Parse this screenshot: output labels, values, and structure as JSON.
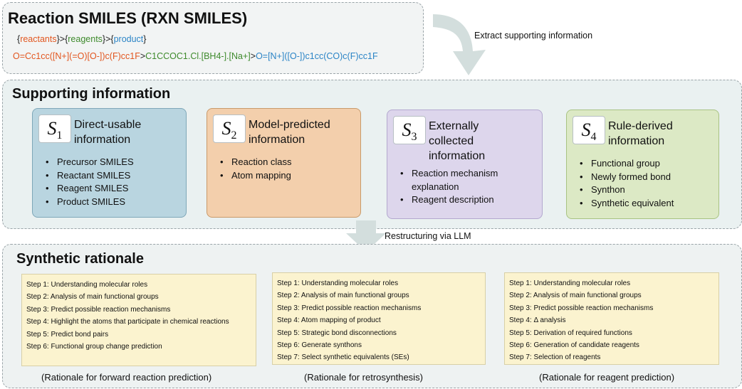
{
  "top": {
    "title": "Reaction SMILES (RXN SMILES)",
    "template": [
      {
        "text": "{",
        "color": "#222222"
      },
      {
        "text": "reactants",
        "color": "#e2561f"
      },
      {
        "text": "}>{",
        "color": "#222222"
      },
      {
        "text": "reagents",
        "color": "#3e8a2c"
      },
      {
        "text": "}>{",
        "color": "#222222"
      },
      {
        "text": "product",
        "color": "#2b84c6"
      },
      {
        "text": "}",
        "color": "#222222"
      }
    ],
    "smiles": [
      {
        "text": "O=Cc1cc([N+](=O)[O-])c(F)cc1F",
        "color": "#e2561f"
      },
      {
        "text": ">",
        "color": "#222222"
      },
      {
        "text": "C1CCOC1.Cl.[BH4-].[Na+]",
        "color": "#3e8a2c"
      },
      {
        "text": ">",
        "color": "#222222"
      },
      {
        "text": "O=[N+]([O-])c1cc(CO)c(F)cc1F",
        "color": "#2b84c6"
      }
    ]
  },
  "arrows": {
    "extract_label": "Extract supporting information",
    "restructure_label": "Restructuring via LLM"
  },
  "supporting": {
    "title": "Supporting information",
    "cards": [
      {
        "symbol": "S",
        "index": "1",
        "title_lines": [
          "Direct-usable",
          "information"
        ],
        "items": [
          "Precursor SMILES",
          "Reactant SMILES",
          "Reagent SMILES",
          "Product SMILES"
        ],
        "bg": "#b9d5e0",
        "border": "#7ea7b8"
      },
      {
        "symbol": "S",
        "index": "2",
        "title_lines": [
          "Model-predicted",
          "information"
        ],
        "items": [
          "Reaction class",
          "Atom mapping"
        ],
        "bg": "#f3cfac",
        "border": "#c99a6a"
      },
      {
        "symbol": "S",
        "index": "3",
        "title_lines": [
          "Externally",
          "collected",
          "information"
        ],
        "items": [
          "Reaction mechanism explanation",
          "Reagent description"
        ],
        "bg": "#ddd6ec",
        "border": "#b3a8cf"
      },
      {
        "symbol": "S",
        "index": "4",
        "title_lines": [
          "Rule-derived",
          "information"
        ],
        "items": [
          "Functional group",
          "Newly formed bond",
          "Synthon",
          "Synthetic equivalent"
        ],
        "bg": "#dce9c5",
        "border": "#a8c383"
      }
    ]
  },
  "rationale": {
    "title": "Synthetic rationale",
    "columns": [
      {
        "steps": [
          "Step 1: Understanding molecular roles",
          "Step 2: Analysis of main functional groups",
          "Step 3: Predict possible reaction mechanisms",
          "Step 4: Highlight the atoms that participate in chemical reactions",
          "Step 5: Predict bond pairs",
          "Step 6: Functional group change prediction"
        ],
        "caption": "(Rationale for forward reaction prediction)"
      },
      {
        "steps": [
          "Step 1: Understanding molecular roles",
          "Step 2: Analysis of main functional groups",
          "Step 3: Predict possible reaction mechanisms",
          "Step 4: Atom mapping of product",
          "Step 5: Strategic bond disconnections",
          "Step 6: Generate synthons",
          "Step 7: Select synthetic equivalents (SEs)"
        ],
        "caption": "(Rationale for retrosynthesis)"
      },
      {
        "steps": [
          "Step 1: Understanding molecular roles",
          "Step 2: Analysis of main functional groups",
          "Step 3: Predict possible reaction mechanisms",
          "Step 4: Δ analysis",
          "Step 5: Derivation of required functions",
          "Step 6: Generation of candidate reagents",
          "Step 7: Selection of reagents"
        ],
        "caption": "(Rationale for reagent prediction)"
      }
    ]
  }
}
